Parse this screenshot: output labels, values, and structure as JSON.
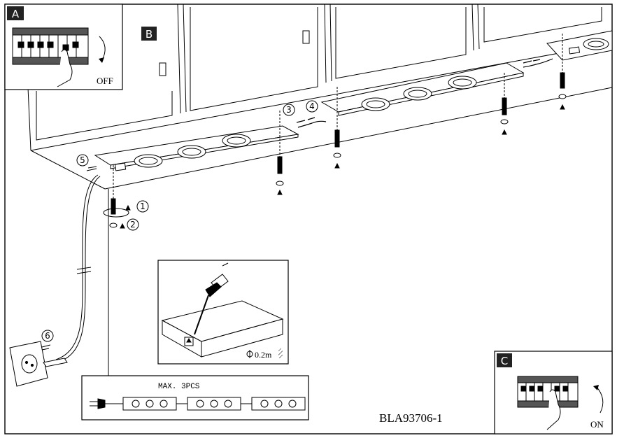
{
  "panels": {
    "A": {
      "badge": "A",
      "state": "OFF"
    },
    "B": {
      "badge": "B"
    },
    "C": {
      "badge": "C",
      "state": "ON"
    }
  },
  "steps": [
    "1",
    "2",
    "3",
    "4",
    "5",
    "6"
  ],
  "detail": {
    "gap": "0.2m"
  },
  "connection": {
    "label": "MAX. 3PCS",
    "units": 3,
    "spots_per_unit": 3
  },
  "model_code": "BLA93706-1",
  "colors": {
    "line": "#000000",
    "badge_bg": "#222222",
    "background": "#ffffff"
  }
}
